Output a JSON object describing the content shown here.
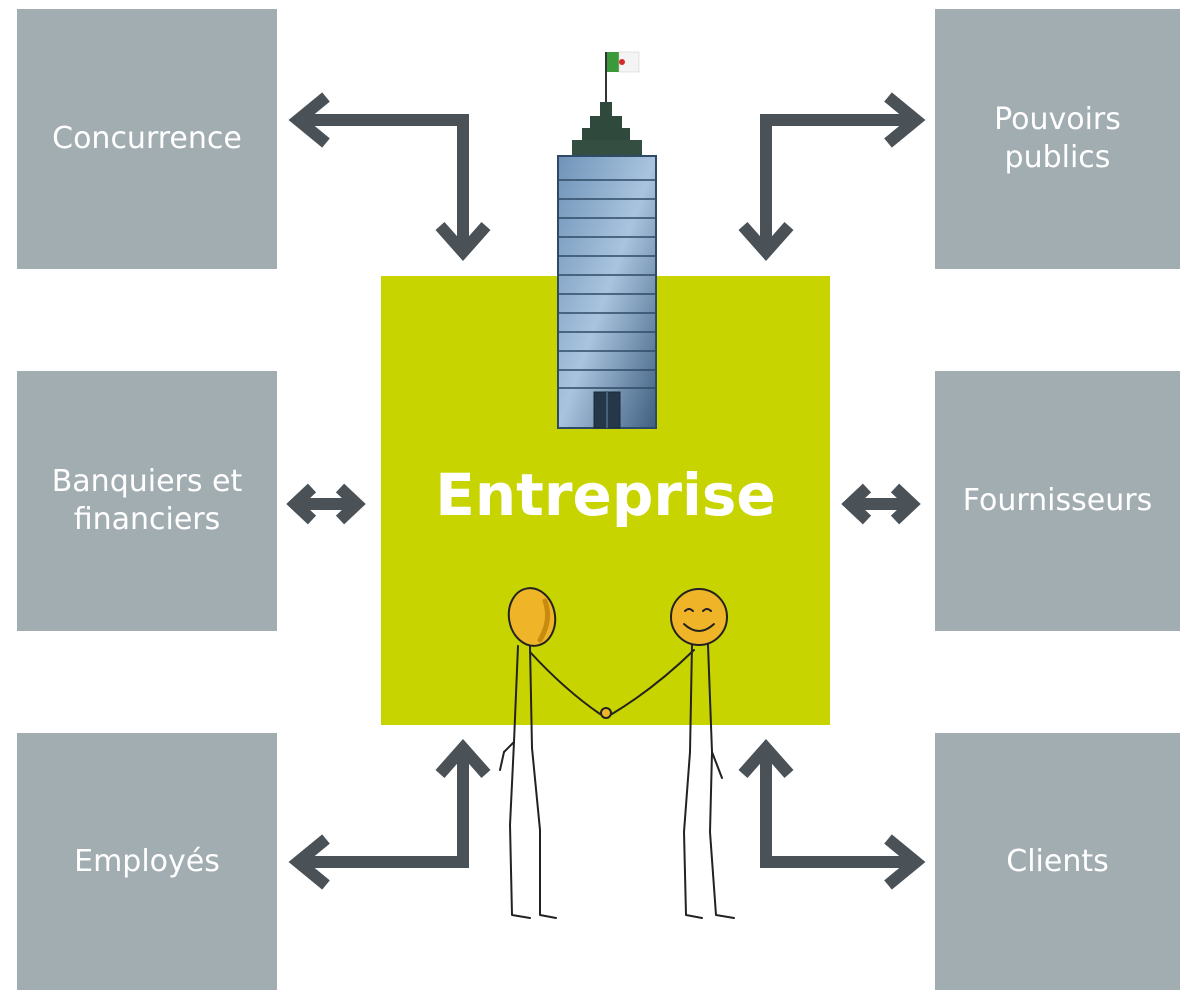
{
  "center": {
    "label": "Entreprise"
  },
  "stakeholders": {
    "top_left": "Concurrence",
    "top_right": "Pouvoirs\npublics",
    "middle_left": "Banquiers et\nfinanciers",
    "middle_right": "Fournisseurs",
    "bottom_left": "Employés",
    "bottom_right": "Clients"
  },
  "colors": {
    "box": "#a2adb2",
    "center": "#c8d400",
    "arrow": "#4a5157",
    "text": "#ffffff",
    "face": "#f0b429"
  },
  "icons": {
    "building": "skyscraper-with-flag",
    "people": "two-figures-shaking-hands"
  }
}
